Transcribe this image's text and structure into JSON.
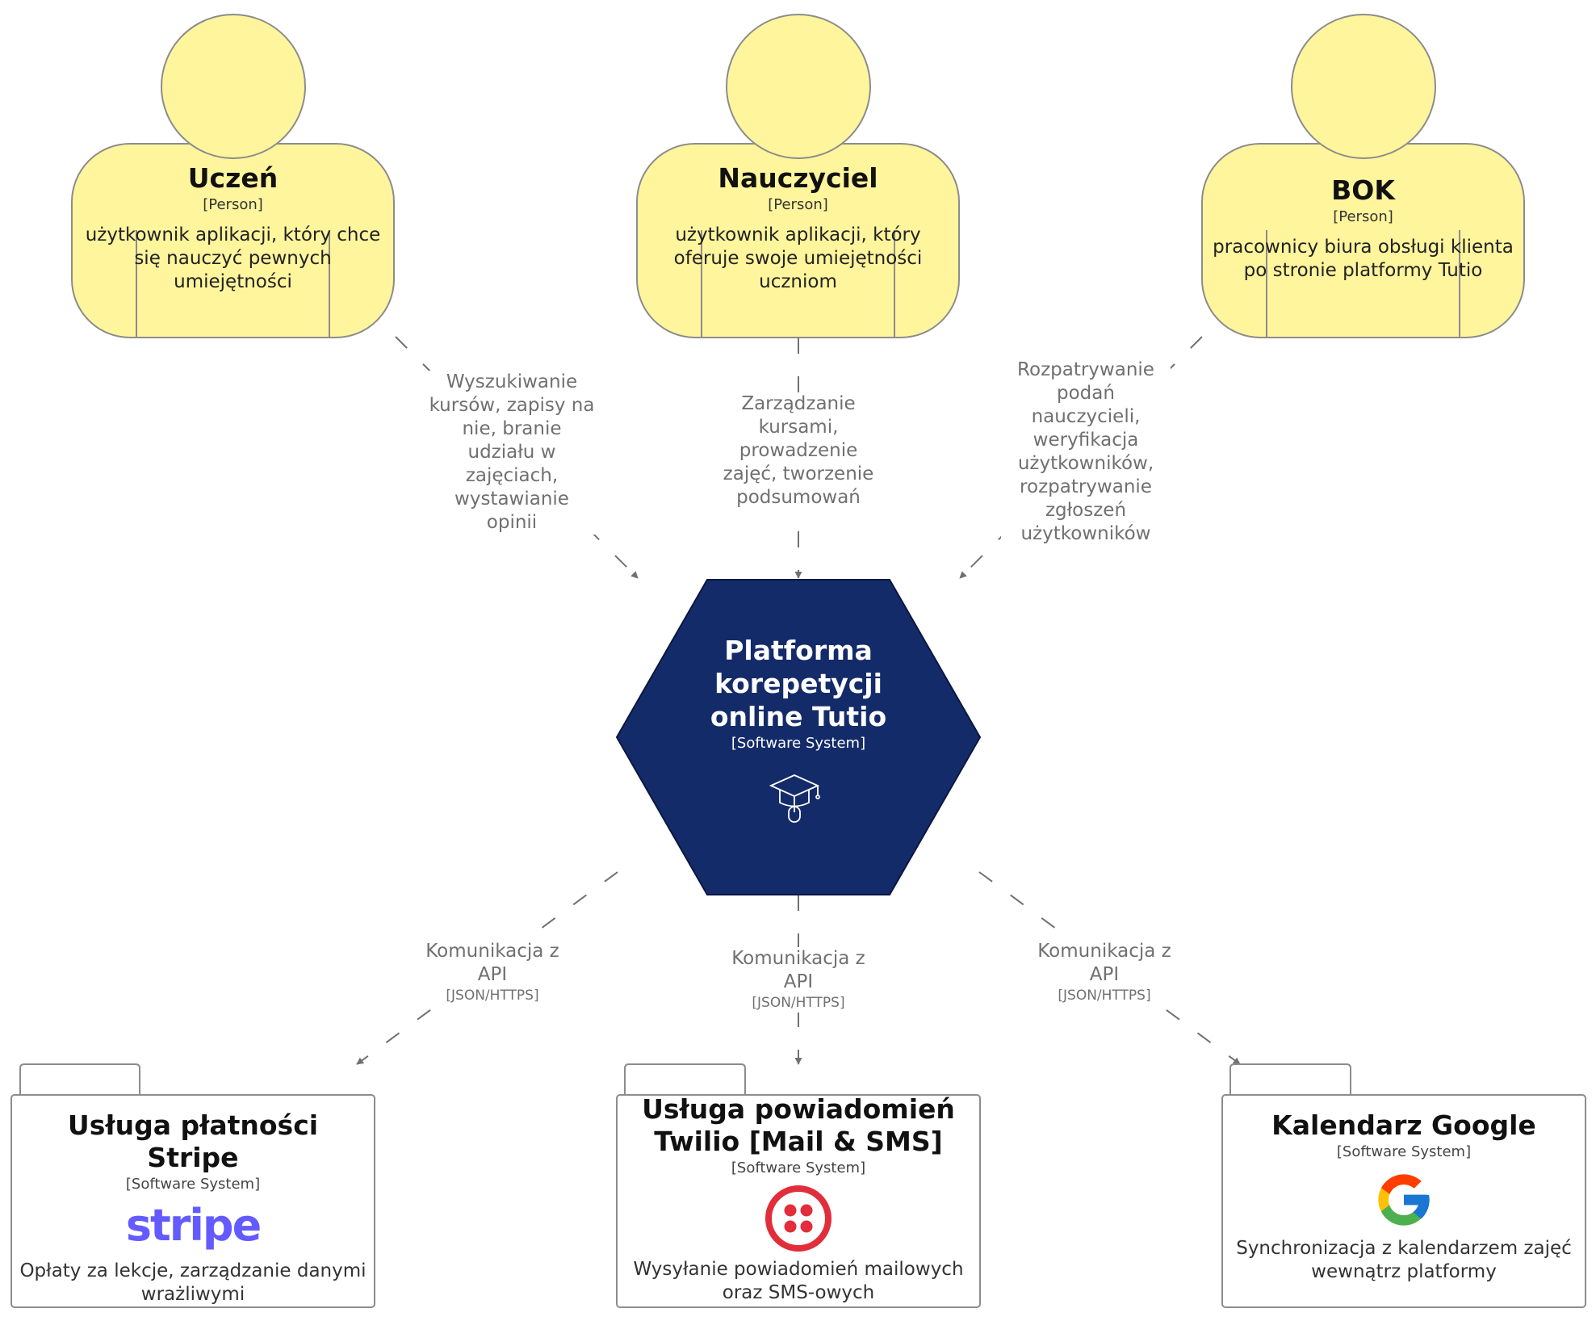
{
  "persons": [
    {
      "name": "Uczeń",
      "type": "[Person]",
      "desc": "użytkownik aplikacji, który chce się nauczyć pewnych umiejętności"
    },
    {
      "name": "Nauczyciel",
      "type": "[Person]",
      "desc": "użytkownik aplikacji, który oferuje swoje umiejętności uczniom"
    },
    {
      "name": "BOK",
      "type": "[Person]",
      "desc": "pracownicy biura obsługi klienta po stronie platformy Tutio"
    }
  ],
  "central": {
    "name": "Platforma korepetycji online Tutio",
    "type": "[Software System]",
    "icon": "graduation-cap-mouse-icon"
  },
  "systems": [
    {
      "name": "Usługa płatności Stripe",
      "type": "[Software System]",
      "logo": "stripe",
      "desc": "Opłaty za lekcje, zarządzanie danymi wrażliwymi"
    },
    {
      "name": "Usługa powiadomień Twilio [Mail & SMS]",
      "type": "[Software System]",
      "logo": "twilio-logo-icon",
      "desc": "Wysyłanie powiadomień mailowych oraz SMS-owych"
    },
    {
      "name": "Kalendarz Google",
      "type": "[Software System]",
      "logo": "google-logo-icon",
      "desc": "Synchronizacja z kalendarzem zajęć wewnątrz platformy"
    }
  ],
  "relations": [
    {
      "label": "Wyszukiwanie kursów, zapisy na nie, branie udziału w zajęciach, wystawianie opinii"
    },
    {
      "label": "Zarządzanie kursami, prowadzenie zajęć, tworzenie podsumowań"
    },
    {
      "label": "Rozpatrywanie podań nauczycieli, weryfikacja użytkowników, rozpatrywanie zgłoszeń użytkowników"
    },
    {
      "label": "Komunikacja z API",
      "tech": "[JSON/HTTPS]"
    },
    {
      "label": "Komunikacja z API",
      "tech": "[JSON/HTTPS]"
    },
    {
      "label": "Komunikacja z API",
      "tech": "[JSON/HTTPS]"
    }
  ],
  "colors": {
    "person_fill": "#fff59d",
    "person_stroke": "#8c8c8c",
    "hex_fill": "#142b6a",
    "line": "#707070",
    "stripe": "#635bff",
    "twilio": "#e22d3a"
  }
}
